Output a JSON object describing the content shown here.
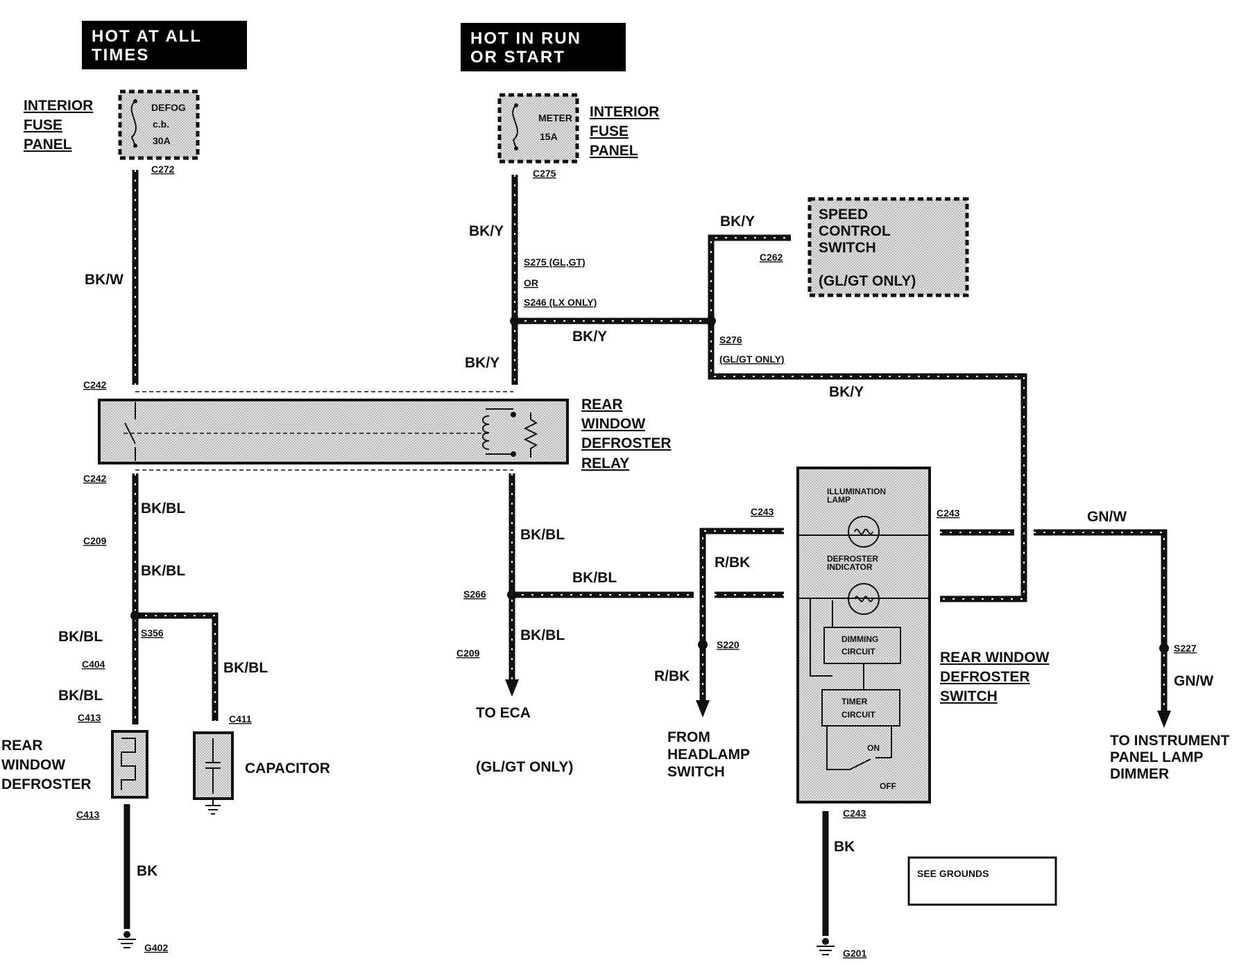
{
  "headers": {
    "hot_always_line1": "HOT AT ALL",
    "hot_always_line2": "TIMES",
    "hot_run_line1": "HOT IN RUN",
    "hot_run_line2": "OR START"
  },
  "fuse_left": {
    "panel_l1": "INTERIOR",
    "panel_l2": "FUSE",
    "panel_l3": "PANEL",
    "name": "DEFOG",
    "type": "c.b.",
    "rating": "30A",
    "connector": "C272"
  },
  "fuse_right": {
    "panel_l1": "INTERIOR",
    "panel_l2": "FUSE",
    "panel_l3": "PANEL",
    "name": "METER",
    "rating": "15A",
    "connector": "C275"
  },
  "speed_switch": {
    "l1": "SPEED",
    "l2": "CONTROL",
    "l3": "SWITCH",
    "note": "(GL/GT ONLY)",
    "connector": "C262"
  },
  "relay": {
    "l1": "REAR",
    "l2": "WINDOW",
    "l3": "DEFROSTER",
    "l4": "RELAY",
    "conn_top": "C242",
    "conn_bottom": "C242"
  },
  "wires": {
    "bkw": "BK/W",
    "bky_1": "BK/Y",
    "bky_2": "BK/Y",
    "bky_3": "BK/Y",
    "bky_4": "BK/Y",
    "bky_5": "BK/Y",
    "bkbl_1": "BK/BL",
    "bkbl_2": "BK/BL",
    "bkbl_3": "BK/BL",
    "bkbl_4": "BK/BL",
    "bkbl_5": "BK/BL",
    "bkbl_6": "BK/BL",
    "bkbl_7": "BK/BL",
    "bkbl_8": "BK/BL",
    "rbk_1": "R/BK",
    "rbk_2": "R/BK",
    "gnw_1": "GN/W",
    "gnw_2": "GN/W",
    "bk_1": "BK",
    "bk_2": "BK"
  },
  "splices": {
    "s275": "S275 (GL,GT)",
    "or": "OR",
    "s246": "S246 (LX ONLY)",
    "s276": "S276",
    "s276_note": "(GL/GT ONLY)",
    "s266": "S266",
    "s356": "S356",
    "s220": "S220",
    "s227": "S227"
  },
  "connectors": {
    "c209_a": "C209",
    "c209_b": "C209",
    "c404": "C404",
    "c413_a": "C413",
    "c413_b": "C413",
    "c411": "C411",
    "c243_a": "C243",
    "c243_b": "C243",
    "c243_c": "C243"
  },
  "components": {
    "defroster_l1": "REAR",
    "defroster_l2": "WINDOW",
    "defroster_l3": "DEFROSTER",
    "capacitor": "CAPACITOR"
  },
  "destinations": {
    "eca": "TO ECA",
    "eca_note": "(GL/GT ONLY)",
    "headlamp_l1": "FROM",
    "headlamp_l2": "HEADLAMP",
    "headlamp_l3": "SWITCH",
    "dimmer_l1": "TO INSTRUMENT",
    "dimmer_l2": "PANEL LAMP",
    "dimmer_l3": "DIMMER"
  },
  "switch": {
    "l1": "REAR WINDOW",
    "l2": "DEFROSTER",
    "l3": "SWITCH",
    "illum_l1": "ILLUMINATION",
    "illum_l2": "LAMP",
    "ind_l1": "DEFROSTER",
    "ind_l2": "INDICATOR",
    "dim_l1": "DIMMING",
    "dim_l2": "CIRCUIT",
    "timer_l1": "TIMER",
    "timer_l2": "CIRCUIT",
    "on": "ON",
    "off": "OFF"
  },
  "grounds": {
    "g402": "G402",
    "g201": "G201",
    "see": "SEE GROUNDS"
  }
}
